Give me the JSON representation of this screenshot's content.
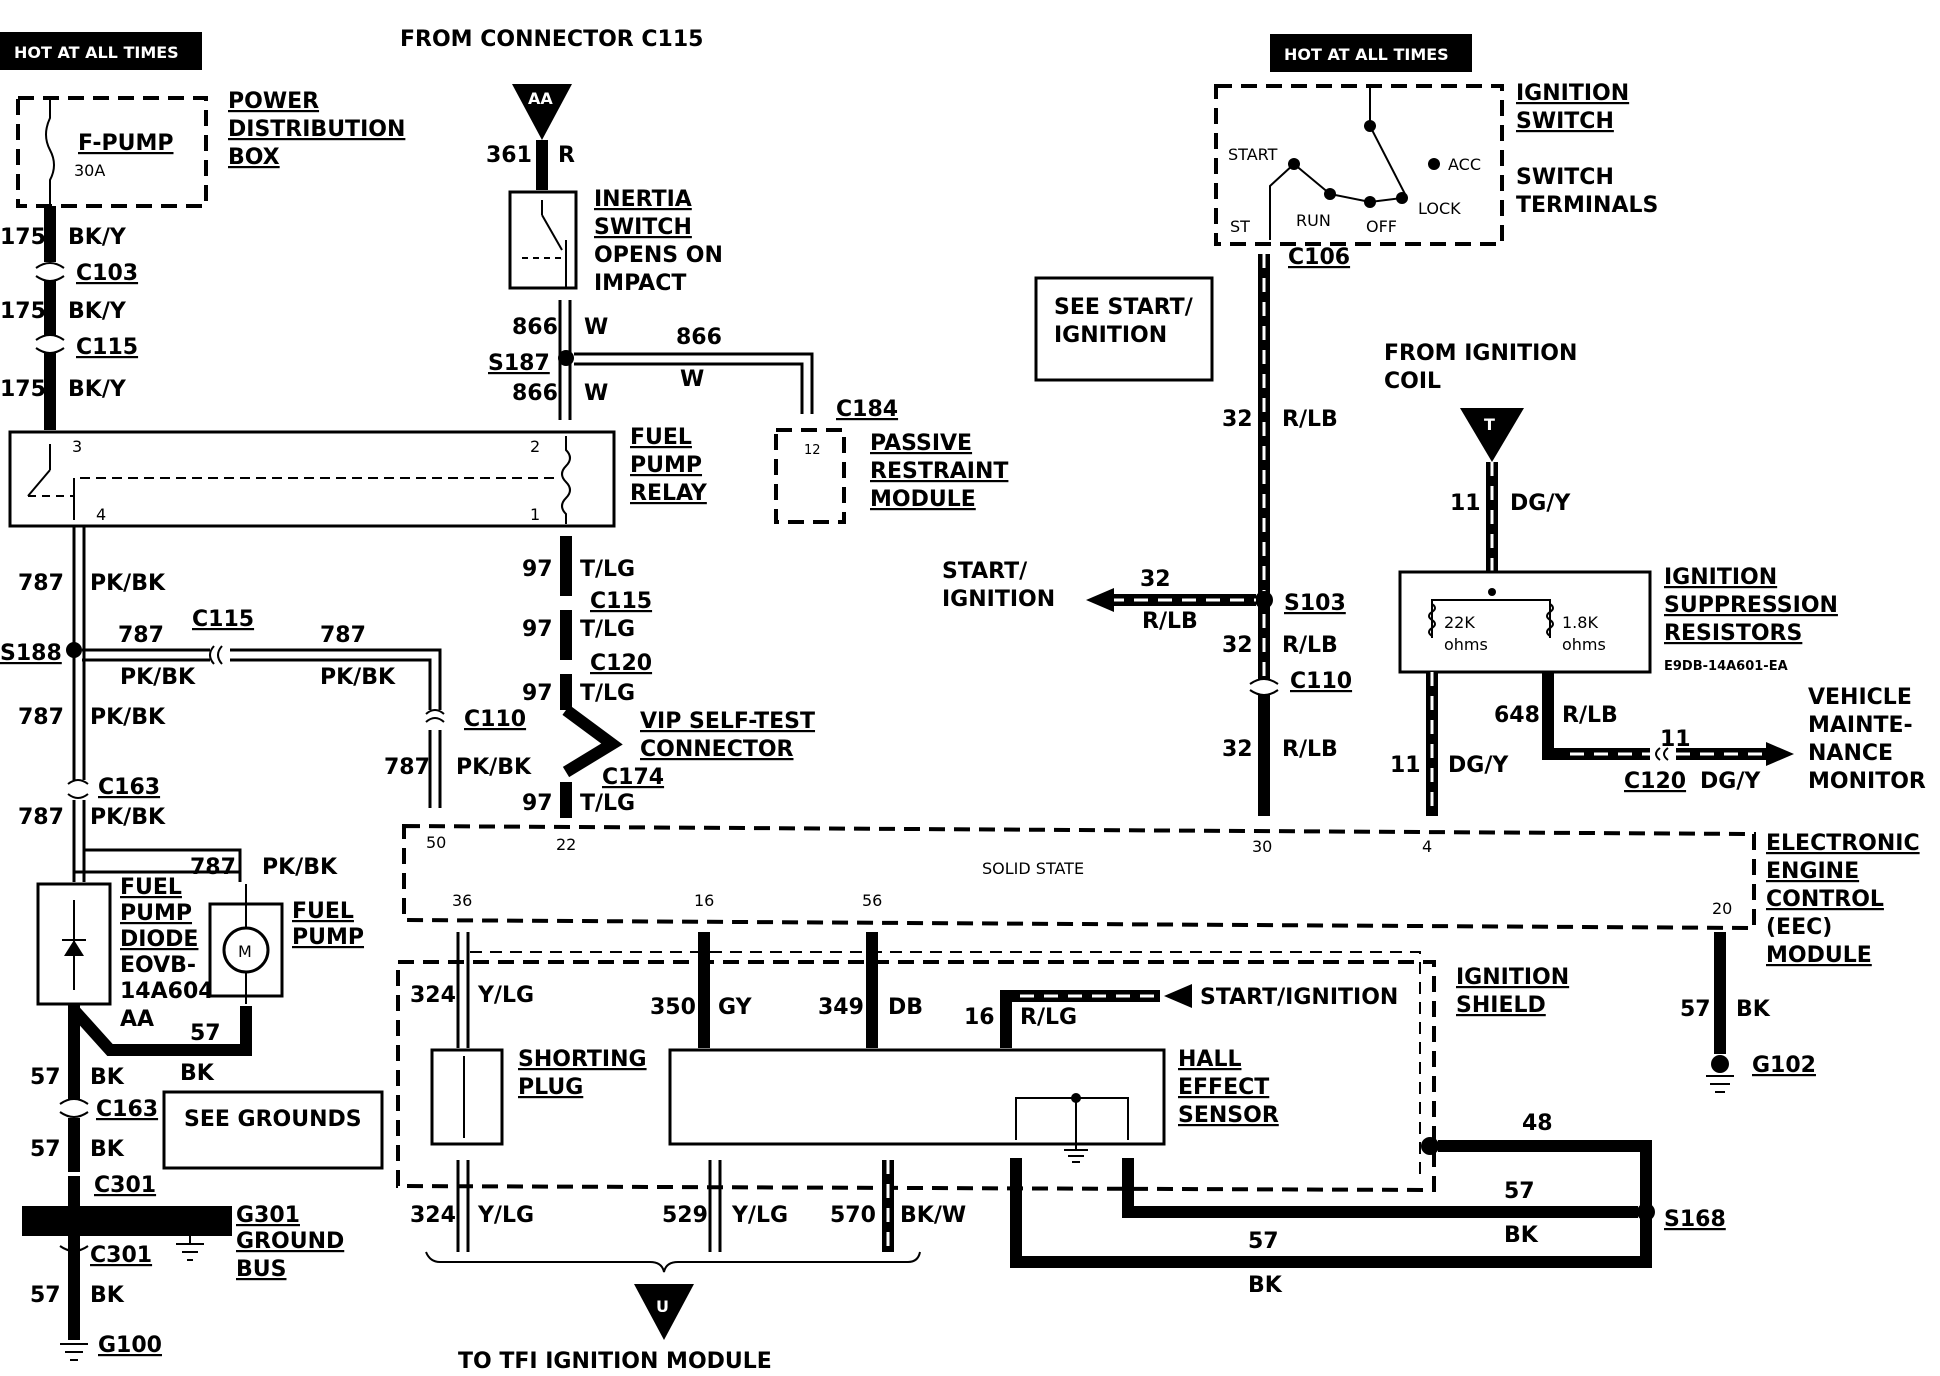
{
  "hot_tags": {
    "left": "HOT AT ALL TIMES",
    "right": "HOT AT ALL TIMES"
  },
  "top_left": {
    "fuse_name": "F-PUMP",
    "fuse_rating": "30A",
    "pdb_l1": "POWER",
    "pdb_l2": "DISTRIBUTION",
    "pdb_l3": "BOX"
  },
  "left_column": {
    "c175a": "175",
    "c175b": "175",
    "c175c": "175",
    "col_bky_a": "BK/Y",
    "col_bky_b": "BK/Y",
    "col_bky_c": "BK/Y",
    "c103": "C103",
    "c115": "C115",
    "relay_pin3": "3",
    "relay_pin4": "4",
    "relay_pin2": "2",
    "relay_pin1": "1",
    "relay_l1": "FUEL",
    "relay_l2": "PUMP",
    "relay_l3": "RELAY",
    "c787a": "787",
    "pkbk_a": "PK/BK",
    "s188": "S188",
    "c787b": "787",
    "pkbk_b": "PK/BK",
    "c115b": "C115",
    "c787c": "787",
    "pkbk_c": "PK/BK",
    "c787d": "787",
    "pkbk_d": "PK/BK",
    "c163a": "C163",
    "c787e": "787",
    "pkbk_e": "PK/BK",
    "c787f": "787",
    "pkbk_f": "PK/BK",
    "diode_l1": "FUEL",
    "diode_l2": "PUMP",
    "diode_l3": "DIODE",
    "diode_l4": "EOVB-",
    "diode_l5": "14A604-",
    "diode_l6": "AA",
    "pump_l1": "FUEL",
    "pump_l2": "PUMP",
    "motor": "M",
    "c57a": "57",
    "bk_a": "BK",
    "c57b": "57",
    "bk_b": "BK",
    "c163b": "C163",
    "see_grounds": "SEE GROUNDS",
    "c57c": "57",
    "bk_c": "BK",
    "c301a": "C301",
    "g301_l1": "G301",
    "g301_l2": "GROUND",
    "g301_l3": "BUS",
    "c301b": "C301",
    "c57d": "57",
    "bk_d": "BK",
    "g100": "G100"
  },
  "middle": {
    "from_c115": "FROM CONNECTOR C115",
    "aa": "AA",
    "c361": "361",
    "r": "R",
    "inertia_l1": "INERTIA",
    "inertia_l2": "SWITCH",
    "inertia_l3": "OPENS ON",
    "inertia_l4": "IMPACT",
    "c866a": "866",
    "w_a": "W",
    "s187": "S187",
    "c866b": "866",
    "w_b": "W",
    "c866c": "866",
    "w_c": "W",
    "c184": "C184",
    "pin12": "12",
    "prm_l1": "PASSIVE",
    "prm_l2": "RESTRAINT",
    "prm_l3": "MODULE",
    "c97a": "97",
    "tlg_a": "T/LG",
    "c115": "C115",
    "c97b": "97",
    "tlg_b": "T/LG",
    "c120": "C120",
    "c97c": "97",
    "tlg_c": "T/LG",
    "vip_l1": "VIP SELF-TEST",
    "vip_l2": "CONNECTOR",
    "c174": "C174",
    "c97d": "97",
    "tlg_d": "T/LG",
    "c110": "C110",
    "c787": "787",
    "pkbk": "PK/BK"
  },
  "right_top": {
    "ign_l1": "IGNITION",
    "ign_l2": "SWITCH",
    "sw_l1": "SWITCH",
    "sw_l2": "TERMINALS",
    "start": "START",
    "acc": "ACC",
    "lock": "LOCK",
    "st": "ST",
    "run": "RUN",
    "off": "OFF",
    "c106": "C106",
    "see_si_l1": "SEE START/",
    "see_si_l2": "IGNITION",
    "c32a": "32",
    "rlb_a": "R/LB",
    "start_ign_l1": "START/",
    "start_ign_l2": "IGNITION",
    "c32b": "32",
    "rlb_b": "R/LB",
    "s103": "S103",
    "c32c": "32",
    "rlb_c": "R/LB",
    "c110": "C110",
    "c32d": "32",
    "rlb_d": "R/LB",
    "coil_l1": "FROM IGNITION",
    "coil_l2": "COIL",
    "t": "T",
    "c11a": "11",
    "dgy_a": "DG/Y",
    "res_l1": "IGNITION",
    "res_l2": "SUPPRESSION",
    "res_l3": "RESISTORS",
    "res_pn": "E9DB-14A601-EA",
    "r22k": "22K",
    "ohms1": "ohms",
    "r18k": "1.8K",
    "ohms2": "ohms",
    "c648": "648",
    "rlb_e": "R/LB",
    "c11b": "11",
    "c11c": "11",
    "dgy_b": "DG/Y",
    "dgy_c": "DG/Y",
    "c120": "C120",
    "vmm_l1": "VEHICLE",
    "vmm_l2": "MAINTE-",
    "vmm_l3": "NANCE",
    "vmm_l4": "MONITOR"
  },
  "eec": {
    "pin50": "50",
    "pin22": "22",
    "pin30": "30",
    "pin4": "4",
    "solid_state": "SOLID STATE",
    "pin36": "36",
    "pin16": "16",
    "pin56": "56",
    "pin20": "20",
    "l1": "ELECTRONIC",
    "l2": "ENGINE",
    "l3": "CONTROL",
    "l4": "(EEC)",
    "l5": "MODULE",
    "c57": "57",
    "bk": "BK",
    "g102": "G102"
  },
  "bottom": {
    "c324a": "324",
    "ylg_a": "Y/LG",
    "c350": "350",
    "gy": "GY",
    "c349": "349",
    "db": "DB",
    "c16": "16",
    "rlg": "R/LG",
    "start_ign": "START/IGNITION",
    "shield_l1": "IGNITION",
    "shield_l2": "SHIELD",
    "short_l1": "SHORTING",
    "short_l2": "PLUG",
    "hall_l1": "HALL",
    "hall_l2": "EFFECT",
    "hall_l3": "SENSOR",
    "c48": "48",
    "c57a": "57",
    "bk_a": "BK",
    "s168": "S168",
    "c57b": "57",
    "bk_b": "BK",
    "c324b": "324",
    "ylg_b": "Y/LG",
    "c529": "529",
    "ylg_c": "Y/LG",
    "c570": "570",
    "bkw": "BK/W",
    "u": "U",
    "tfi": "TO TFI IGNITION MODULE"
  }
}
